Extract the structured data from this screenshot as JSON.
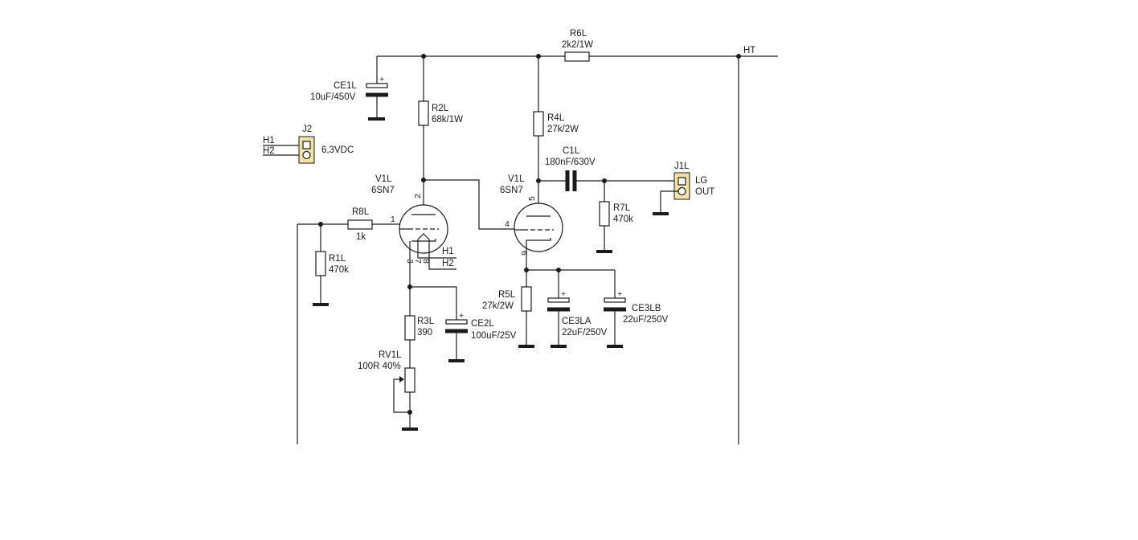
{
  "net_labels": {
    "ht": "HT"
  },
  "components": {
    "r6l": {
      "ref": "R6L",
      "value": "2k2/1W"
    },
    "ce1l": {
      "ref": "CE1L",
      "value": "10uF/450V"
    },
    "r2l": {
      "ref": "R2L",
      "value": "68k/1W"
    },
    "r4l": {
      "ref": "R4L",
      "value": "27k/2W"
    },
    "j2": {
      "ref": "J2",
      "value": "6,3VDC",
      "pin1": "H1",
      "pin2": "H2"
    },
    "c1l": {
      "ref": "C1L",
      "value": "180nF/630V"
    },
    "j1l": {
      "ref": "J1L",
      "value_line1": "LG",
      "value_line2": "OUT"
    },
    "v1l_a": {
      "ref": "V1L",
      "value": "6SN7",
      "pins": {
        "grid": "1",
        "plate": "2",
        "cathode": "3",
        "heater_a": "7",
        "heater_b": "8"
      },
      "heater1": "H1",
      "heater2": "H2"
    },
    "v1l_b": {
      "ref": "V1L",
      "value": "6SN7",
      "pins": {
        "grid": "4",
        "plate": "5",
        "cathode": "6"
      }
    },
    "r8l": {
      "ref": "R8L",
      "value": "1k"
    },
    "r7l": {
      "ref": "R7L",
      "value": "470k"
    },
    "r1l": {
      "ref": "R1L",
      "value": "470k"
    },
    "r5l": {
      "ref": "R5L",
      "value": "27k/2W"
    },
    "ce3la": {
      "ref": "CE3LA",
      "value": "22uF/250V"
    },
    "ce3lb": {
      "ref": "CE3LB",
      "value": "22uF/250V"
    },
    "r3l": {
      "ref": "R3L",
      "value": "390"
    },
    "ce2l": {
      "ref": "CE2L",
      "value": "100uF/25V"
    },
    "rv1l": {
      "ref": "RV1L",
      "value": "100R 40%"
    }
  },
  "polarity_mark": "+"
}
